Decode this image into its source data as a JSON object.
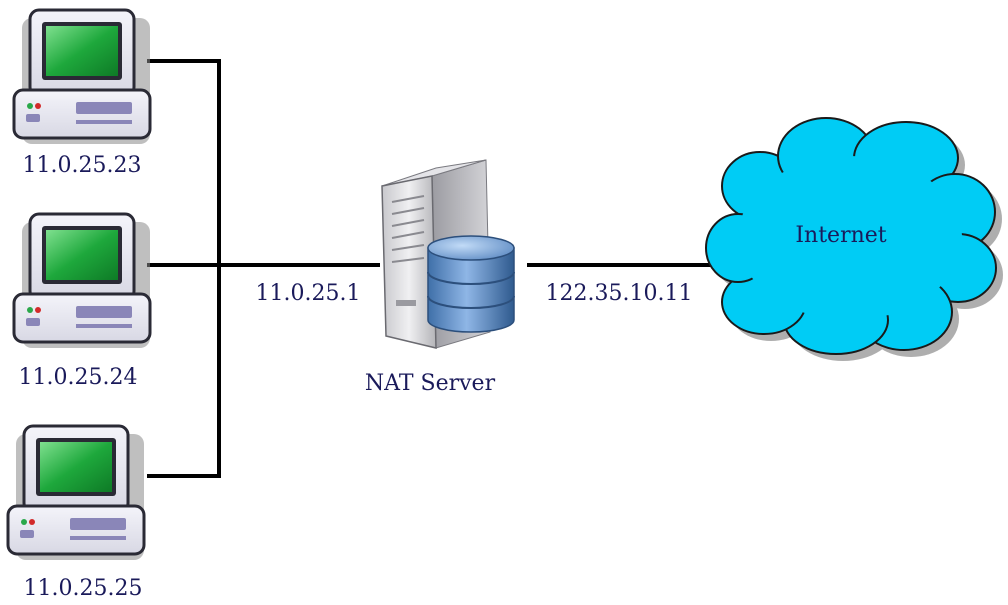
{
  "hosts": [
    {
      "ip": "11.0.25.23"
    },
    {
      "ip": "11.0.25.24"
    },
    {
      "ip": "11.0.25.25"
    }
  ],
  "gateway": {
    "lan_ip": "11.0.25.1",
    "label": "NAT Server",
    "wan_ip": "122.35.10.11"
  },
  "internet": {
    "label": "Internet"
  },
  "colors": {
    "cloud_fill": "#00ccf5",
    "screen": "#1ea83c",
    "computer_case": "#e6e6f0",
    "label_text": "#1a1a5a",
    "wire": "#000000",
    "database": "#4a7fbf"
  },
  "icons": [
    "desktop-computer-icon",
    "server-tower-icon",
    "database-icon",
    "cloud-icon"
  ]
}
